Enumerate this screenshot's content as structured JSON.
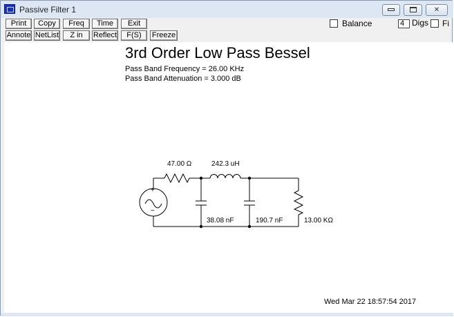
{
  "window": {
    "title": "Passive Filter 1"
  },
  "window_controls": {
    "minimize": "minimize-icon",
    "maximize": "maximize-icon",
    "close": "close-icon"
  },
  "toolbar": {
    "row1": [
      "Print",
      "Copy",
      "Freq",
      "Time",
      "Exit"
    ],
    "row2": [
      "Annote",
      "NetList",
      "Z in",
      "Reflect",
      "F(S)",
      "Freeze"
    ]
  },
  "options": {
    "balance_label": "Balance",
    "digs_value": "4",
    "digs_label": "Digs",
    "fi_label": "Fi"
  },
  "schematic": {
    "title": "3rd Order Low Pass Bessel",
    "passband_frequency": "Pass Band Frequency = 26.00 KHz",
    "passband_attenuation": "Pass Band Attenuation = 3.000 dB",
    "components": {
      "source_resistor": "47.00 Ω",
      "inductor": "242.3 uH",
      "capacitor1": "38.08 nF",
      "capacitor2": "190.7 nF",
      "load_resistor": "13.00 KΩ"
    },
    "source_plus": "+",
    "source_minus": "−",
    "timestamp": "Wed Mar 22 18:57:54 2017"
  }
}
